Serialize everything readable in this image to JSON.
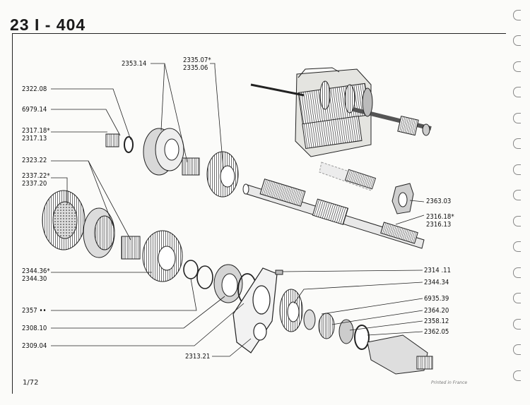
{
  "header": {
    "title": "23 I  -  404"
  },
  "footer": {
    "page": "1/72",
    "printed": "Printed in France"
  },
  "labels": {
    "l_2353_14": "2353.14",
    "l_2335_07": "2335.07*",
    "l_2335_06": "2335.06",
    "l_2322_08": "2322.08",
    "l_6979_14": "6979.14",
    "l_2317_18": "2317.18*",
    "l_2317_13": "2317.13",
    "l_2323_22": "2323.22",
    "l_2337_22": "2337.22*",
    "l_2337_20": "2337.20",
    "l_2344_36": "2344.36*",
    "l_2344_30": "2344.30",
    "l_2357": "2357 ••",
    "l_2308_10": "2308.10",
    "l_2309_04": "2309.04",
    "l_2313_21": "2313.21",
    "l_2363_03": "2363.03",
    "l_2316_18": "2316.18*",
    "l_2316_13": "2316.13",
    "l_2314_11": "2314 .11",
    "l_2344_34": "2344.34",
    "l_6935_39": "6935.39",
    "l_2364_20": "2364.20",
    "l_2358_12": "2358.12",
    "l_2362_05": "2362.05"
  }
}
